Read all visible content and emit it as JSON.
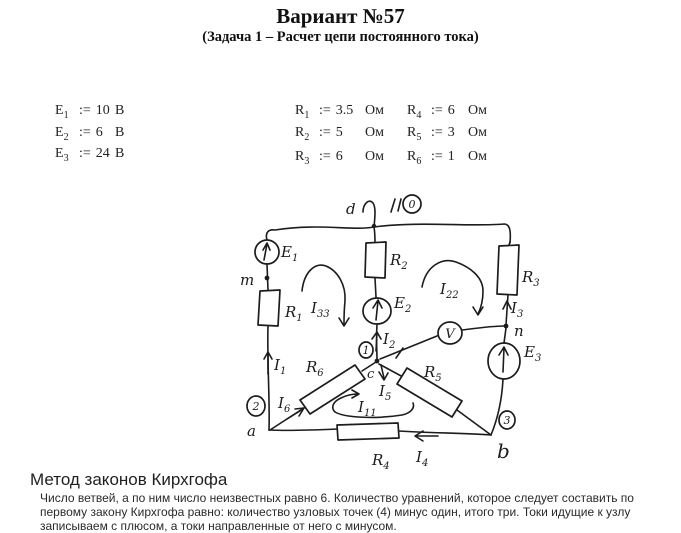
{
  "header": {
    "title": "Вариант №57",
    "subtitle": "(Задача 1 – Расчет цепи постоянного тока)"
  },
  "given": {
    "op": ":=",
    "emf": [
      {
        "sym": "E",
        "sub": "1",
        "value": "10",
        "unit": "В"
      },
      {
        "sym": "E",
        "sub": "2",
        "value": "6",
        "unit": "В"
      },
      {
        "sym": "E",
        "sub": "3",
        "value": "24",
        "unit": "В"
      }
    ],
    "res_col1": [
      {
        "sym": "R",
        "sub": "1",
        "value": "3.5",
        "unit": "Ом"
      },
      {
        "sym": "R",
        "sub": "2",
        "value": "5",
        "unit": "Ом"
      },
      {
        "sym": "R",
        "sub": "3",
        "value": "6",
        "unit": "Ом"
      }
    ],
    "res_col2": [
      {
        "sym": "R",
        "sub": "4",
        "value": "6",
        "unit": "Ом"
      },
      {
        "sym": "R",
        "sub": "5",
        "value": "3",
        "unit": "Ом"
      },
      {
        "sym": "R",
        "sub": "6",
        "value": "1",
        "unit": "Ом"
      }
    ]
  },
  "circuit": {
    "ink": "#1c1c1c",
    "node_letters": {
      "d": "d",
      "m": "m",
      "a": "a",
      "b": "b",
      "c": "c",
      "n": "n"
    },
    "node_numbers": {
      "d": "0",
      "c": "1",
      "a": "2",
      "b": "3"
    },
    "voltmeter": "V",
    "sources": {
      "e1": {
        "main": "E",
        "sub": "1"
      },
      "e2": {
        "main": "E",
        "sub": "2"
      },
      "e3": {
        "main": "E",
        "sub": "3"
      }
    },
    "resistors": {
      "r1": {
        "main": "R",
        "sub": "1"
      },
      "r2": {
        "main": "R",
        "sub": "2"
      },
      "r3": {
        "main": "R",
        "sub": "3"
      },
      "r4": {
        "main": "R",
        "sub": "4"
      },
      "r5": {
        "main": "R",
        "sub": "5"
      },
      "r6": {
        "main": "R",
        "sub": "6"
      }
    },
    "currents": {
      "i1": {
        "main": "I",
        "sub": "1"
      },
      "i2": {
        "main": "I",
        "sub": "2"
      },
      "i3": {
        "main": "I",
        "sub": "3"
      },
      "i4": {
        "main": "I",
        "sub": "4"
      },
      "i5": {
        "main": "I",
        "sub": "5"
      },
      "i6": {
        "main": "I",
        "sub": "6"
      },
      "i11": {
        "main": "I",
        "sub": "11"
      },
      "i22": {
        "main": "I",
        "sub": "22"
      },
      "i33": {
        "main": "I",
        "sub": "33"
      }
    }
  },
  "section": {
    "heading": "Метод законов Кирхгофа",
    "lines": [
      "Число ветвей, а по ним число неизвестных равно 6. Количество уравнений, которое следует составить по",
      "первому закону Кирхгофа равно: количество узловых точек (4) минус один, итого три. Токи идущие к узлу",
      "записываем с плюсом, а токи направленные от него с минусом."
    ]
  }
}
